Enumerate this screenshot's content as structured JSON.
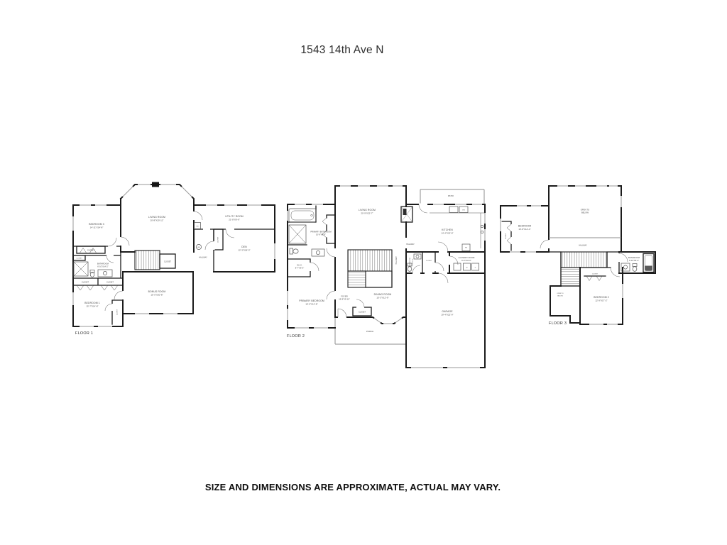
{
  "page": {
    "title": "1543 14th Ave N",
    "disclaimer": "SIZE AND DIMENSIONS ARE APPROXIMATE, ACTUAL MAY VARY."
  },
  "labels": {
    "closet": "CLOSET",
    "hallway": "HALLWAY",
    "open_to": "OPEN TO",
    "below": "BELOW"
  },
  "floor1": {
    "label": "FLOOR 1",
    "bedroom3_name": "BEDROOM 3",
    "bedroom3_dims": "14'-11\"X14'-8\"",
    "living_name": "LIVING ROOM",
    "living_dims": "20'-8\"X20'-11\"",
    "utility_name": "UTILITY ROOM",
    "utility_dims": "21'-8\"X6'-6\"",
    "den_name": "DEN",
    "den_dims": "12'-3\"X18'-3\"",
    "bathroom_name": "BATHROOM",
    "bathroom_dims": "6'-10\"X14'-2\"",
    "bonus_name": "BONUS ROOM",
    "bonus_dims": "15'-0\"X20'-8\"",
    "bedroom1_name": "BEDROOM 1",
    "bedroom1_dims": "15'-7\"X14'-8\"",
    "furnace": "FN",
    "water_heater": "WH"
  },
  "floor2": {
    "label": "FLOOR 2",
    "living_name": "LIVING ROOM",
    "living_dims": "20'-9\"X22'-7\"",
    "patio": "PATIO",
    "kitchen_name": "KITCHEN",
    "kitchen_dims": "14'-4\"X22'-8\"",
    "primary_bath_name": "PRIMARY BATHROOM",
    "primary_bath_dims": "10'-9\"X9'-9\"",
    "wic_name": "W.I.C.",
    "wic_dims": "8'-7\"X6'-3\"",
    "primary_bed_name": "PRIMARY BEDROOM",
    "primary_bed_dims": "15'-9\"X14'-8\"",
    "foyer_name": "FOYER",
    "foyer_dims": "19'-8\"X9'-10\"",
    "dining_name": "DINING ROOM",
    "dining_dims": "15'-3\"X12'-9\"",
    "bath_name": "BATHROOM",
    "bath_dims": "4'-5\"X5'-5\"",
    "laundry_name": "LAUNDRY ROOM",
    "laundry_dims": "6'-6\"X11'-0\"",
    "garage_name": "GARAGE",
    "garage_dims": "19'-4\"X22'-9\"",
    "porch": "PORCH",
    "washer": "W",
    "dryer": "D",
    "dishwasher": "DW",
    "fb": "FB"
  },
  "floor3": {
    "label": "FLOOR 3",
    "bedroom_name": "BEDROOM",
    "bedroom_dims": "15'-8\"X14'-4\"",
    "bathroom_name": "BATHROOM",
    "bathroom_dims": "9'-10\"X6'-4\"",
    "bedroom2_name": "BEDROOM 2",
    "bedroom2_dims": "12'-9\"X17'-2\""
  }
}
